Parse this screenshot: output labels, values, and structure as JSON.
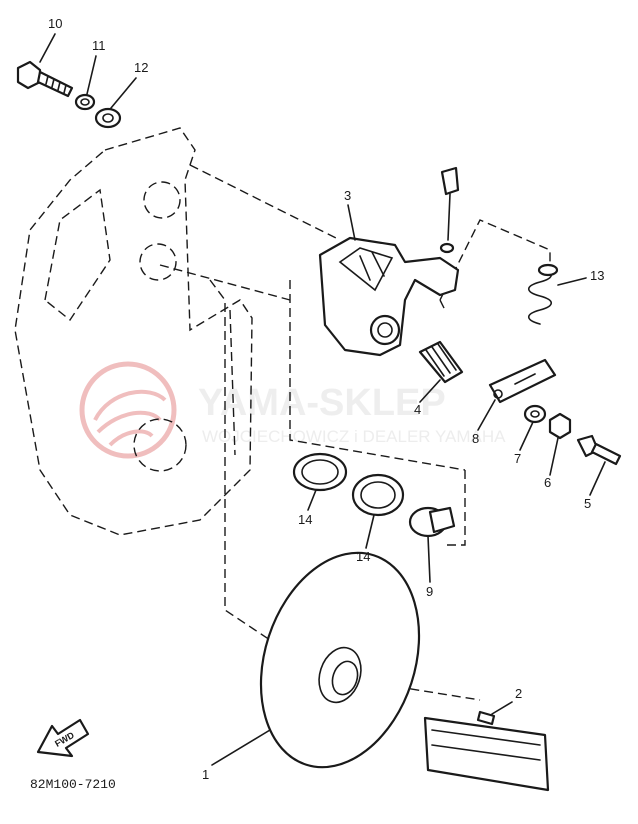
{
  "diagram": {
    "part_code": "82M100-7210",
    "fwd_label": "FWD",
    "watermark": {
      "title": "YAMA-SKLEP",
      "subtitle": "WOJCIECHOWICZ i DEALER YAMAHA"
    },
    "callouts": {
      "c1": "1",
      "c2": "2",
      "c3": "3",
      "c4": "4",
      "c5": "5",
      "c6": "6",
      "c7": "7",
      "c8": "8",
      "c9": "9",
      "c10": "10",
      "c11": "11",
      "c12": "12",
      "c13": "13",
      "c14a": "14",
      "c14b": "14"
    }
  }
}
